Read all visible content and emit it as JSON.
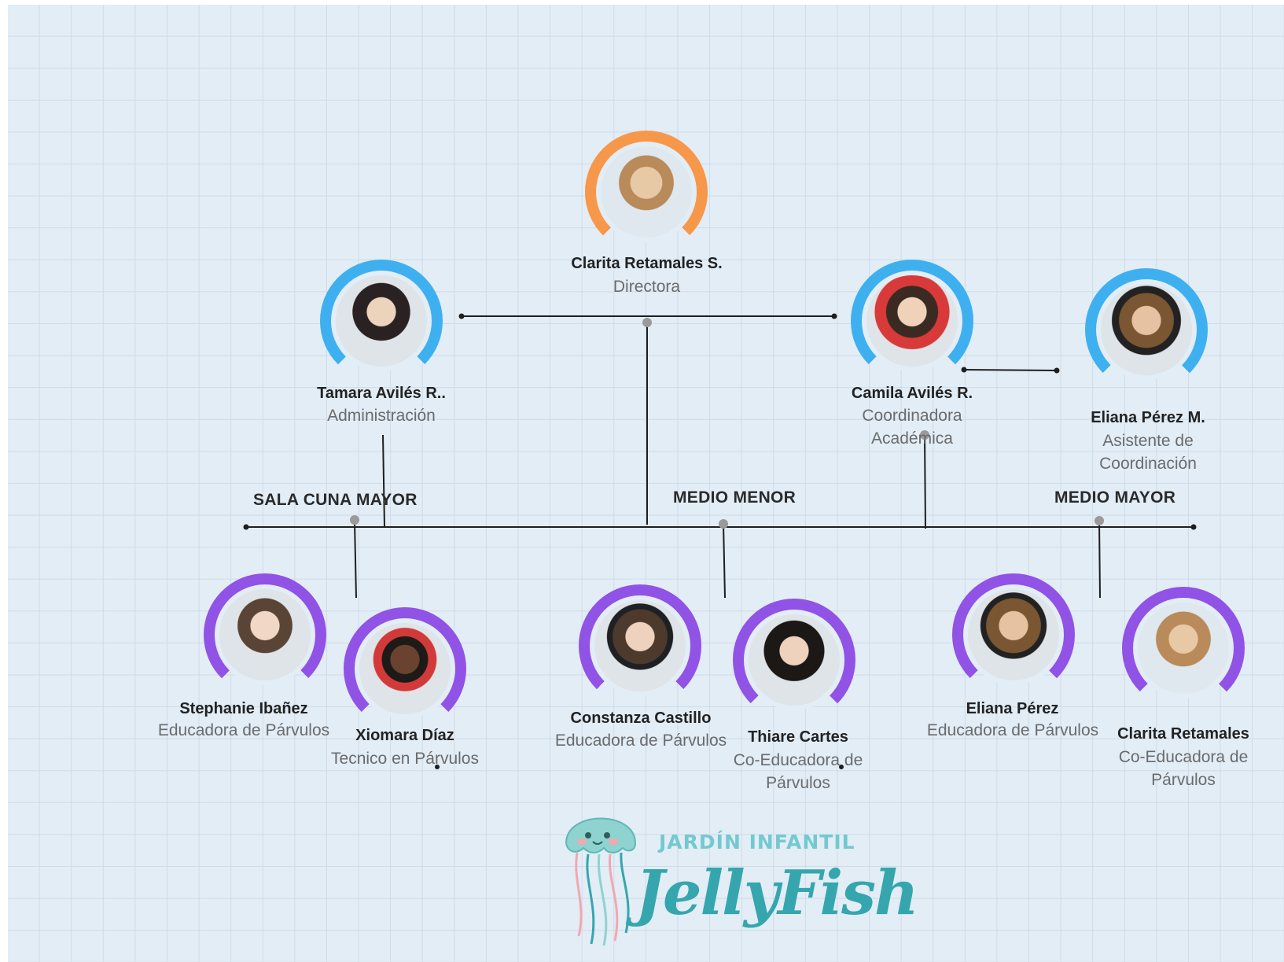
{
  "colors": {
    "director_ring": "#f7974a",
    "staff_ring": "#3fb0ef",
    "educator_ring": "#9152e6",
    "logo": "#35a6ad"
  },
  "director": {
    "name": "Clarita Retamales S.",
    "role": "Directora"
  },
  "admin": {
    "name": "Tamara Avilés R..",
    "role": "Administración"
  },
  "coordinator": {
    "name": "Camila Avilés R.",
    "role": "Coordinadora Académica"
  },
  "assistant": {
    "name": "Eliana Pérez M.",
    "role": "Asistente de Coordinación"
  },
  "groups": {
    "sala_cuna_mayor": "SALA CUNA MAYOR",
    "medio_menor": "MEDIO MENOR",
    "medio_mayor": "MEDIO MAYOR"
  },
  "staff": [
    {
      "name": "Stephanie Ibañez",
      "role": "Educadora de Párvulos"
    },
    {
      "name": "Xiomara Díaz",
      "role": "Tecnico en Párvulos"
    },
    {
      "name": "Constanza Castillo",
      "role": "Educadora de Párvulos"
    },
    {
      "name": "Thiare Cartes",
      "role": "Co-Educadora de Párvulos"
    },
    {
      "name": "Eliana Pérez",
      "role": "Educadora de Párvulos"
    },
    {
      "name": "Clarita Retamales",
      "role": "Co-Educadora de Párvulos"
    }
  ],
  "logo": {
    "title": "JARDÍN INFANTIL",
    "script": "JellyFish"
  }
}
